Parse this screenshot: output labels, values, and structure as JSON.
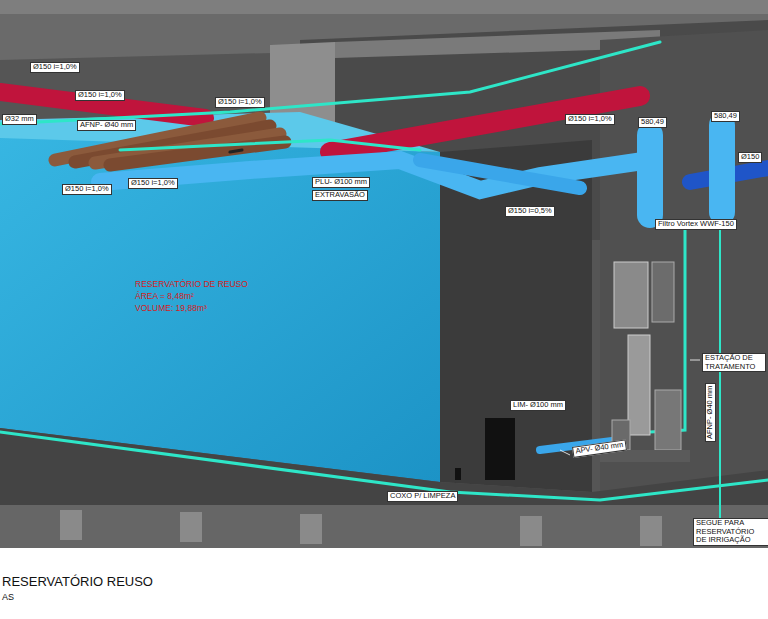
{
  "diagram": {
    "title": "RESERVATÓRIO REUSO",
    "labels": [
      "Ø150 i=1,0%",
      "Ø150 i=1,0%",
      "Ø32 mm",
      "AFNP- Ø40 mm",
      "Ø150 i=1,0%",
      "Ø150 i=1,0%",
      "580,49",
      "580,49",
      "Ø150",
      "Ø150 i=1,0%",
      "Ø150 i=1,0%",
      "PLU- Ø100 mm",
      "EXTRAVASÃO",
      "Ø150 i=0,5%",
      "Filtro Vortex WWF-150",
      "RESERVATÓRIO DE REUSO",
      "ÁREA = 8,48m²",
      "VOLUME: 19,88m³",
      "ESTAÇÃO DE TRATAMENTO",
      "LIM- Ø100 mm",
      "AFNP- Ø40 mm",
      "APV- Ø40 mm",
      "COXO P/ LIMPEZA",
      "SEGUE PARA RESERVATÓRIO DE IRRIGAÇÃO",
      "AS"
    ]
  }
}
